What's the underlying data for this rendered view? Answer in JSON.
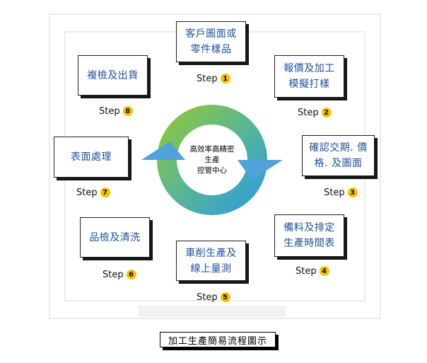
{
  "center_text": "高效率高精密\n生產\n控管中心",
  "caption": "加工生產簡易流程圖示",
  "step_word": "Step",
  "steps": [
    {
      "number": "1",
      "label": "客戶圖面或\n零件樣品"
    },
    {
      "number": "2",
      "label": "報價及加工\n模擬打樣"
    },
    {
      "number": "3",
      "label": "確認交期. 價\n格. 及圖面"
    },
    {
      "number": "4",
      "label": "備料及排定\n生產時間表"
    },
    {
      "number": "5",
      "label": "車削生產及\n線上量測"
    },
    {
      "number": "6",
      "label": "品檢及清洗"
    },
    {
      "number": "7",
      "label": "表面處理"
    },
    {
      "number": "8",
      "label": "複檢及出貨"
    }
  ],
  "colors": {
    "box_text": "#1e4f9c",
    "badge": "#f5c400",
    "ring_green": "#8cc63f",
    "ring_blue": "#2e9fd8",
    "arrow_blue": "#4fa3d9"
  }
}
